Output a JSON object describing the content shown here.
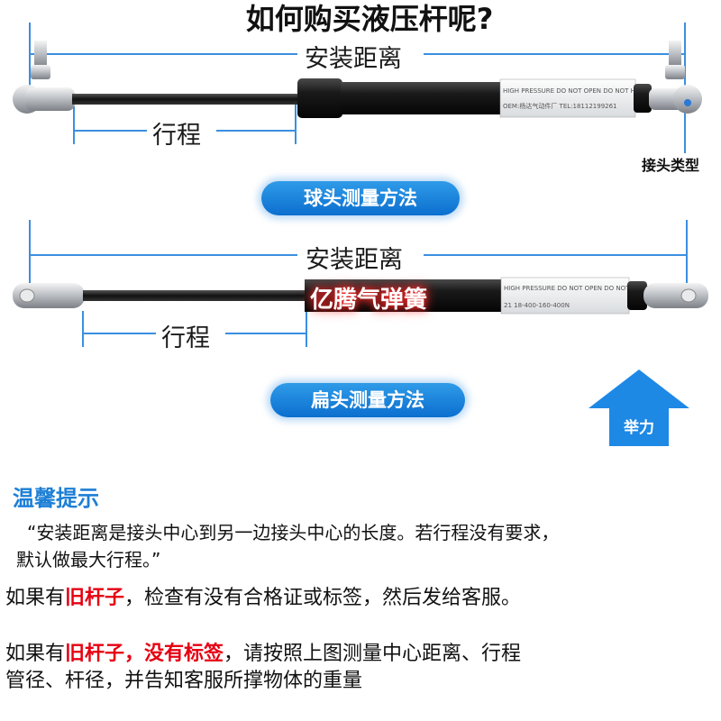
{
  "title": "如何购买液压杆呢?",
  "ball": {
    "install_label": "安装距离",
    "stroke_label": "行程",
    "joint_label": "接头类型",
    "method_label": "球头测量方法",
    "cylinder_lines": [
      "HIGH PRESSURE DO NOT OPEN DO NOT HEAT",
      "OEM:杨达气动件厂  TEL:18112199261"
    ]
  },
  "flat": {
    "install_label": "安装距离",
    "stroke_label": "行程",
    "brand": "亿腾气弹簧",
    "method_label": "扁头测量方法",
    "cylinder_lines": [
      "HIGH PRESSURE DO NOT OPEN DO NOT HEAT",
      "21  18-400-160-400N"
    ]
  },
  "lift": {
    "label": "举力"
  },
  "tips": {
    "heading": "温馨提示",
    "quote_line1": "“安装距离是接头中心到另一边接头中心的长度。若行程没有要求，",
    "quote_line2": "默认做最大行程。”",
    "line1_a": "如果有",
    "line1_red": "旧杆子",
    "line1_b": "，检查有没有合格证或标签，然后发给客服。",
    "line2_a": "如果有",
    "line2_red": "旧杆子，没有标签",
    "line2_b": "，请按照上图测量中心距离、行程",
    "line3": "管径、杆径，并告知客服所撑物体的重量"
  },
  "colors": {
    "accent": "#1d7fd6",
    "dim_line": "#3b8fe0",
    "warn": "#e60012"
  }
}
